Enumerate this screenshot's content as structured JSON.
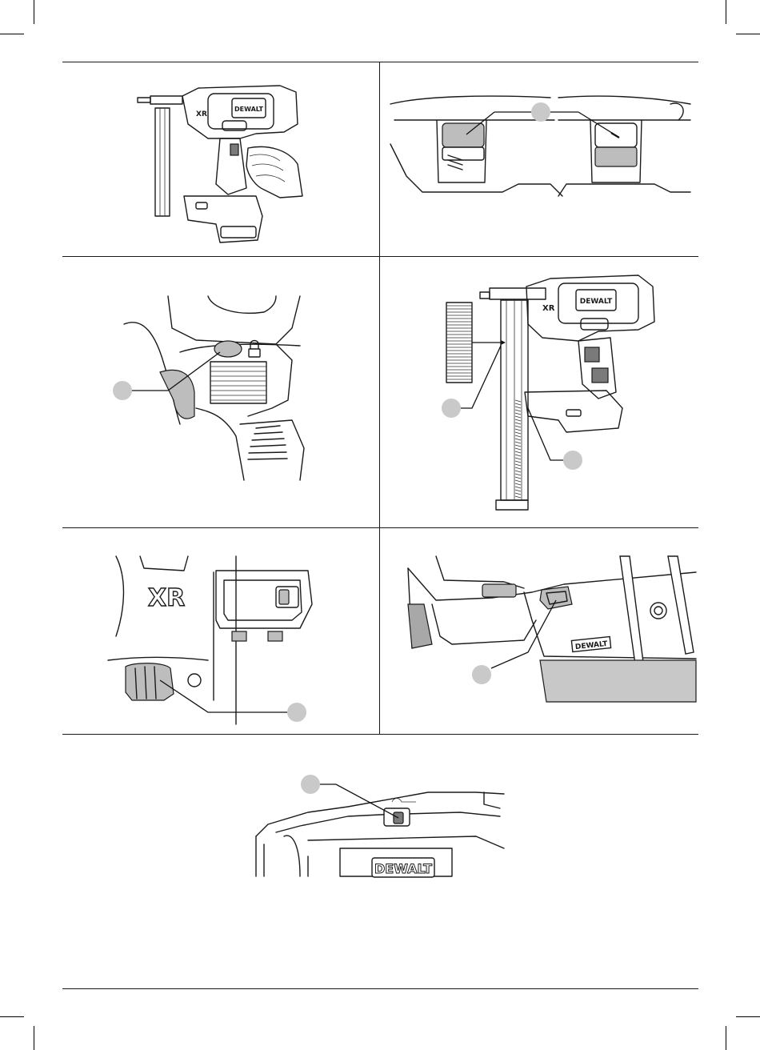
{
  "brand": {
    "logo_text": "DEWALT",
    "platform_text": "XR"
  },
  "colors": {
    "line": "#1a1a1a",
    "callout_fill": "#c9c9c9",
    "shade_fill": "#bdbdbd"
  },
  "figures": [
    {
      "id": "nailer-in-hand",
      "icons": [
        "nailer-icon",
        "hand-icon",
        "battery-icon"
      ]
    },
    {
      "id": "mode-selector",
      "icons": [
        "bump-mode-icon",
        "single-mode-icon"
      ]
    },
    {
      "id": "trigger-lock",
      "icons": [
        "padlock-icon",
        "trigger-lock-button-icon"
      ]
    },
    {
      "id": "magazine-loading",
      "icons": [
        "nail-strip-icon",
        "magazine-icon"
      ]
    },
    {
      "id": "depth-adjustment",
      "icons": [
        "depth-wheel-icon",
        "belt-hook-icon"
      ]
    },
    {
      "id": "jam-release",
      "icons": [
        "jam-release-latch-icon"
      ]
    },
    {
      "id": "led-switch",
      "icons": [
        "led-switch-icon"
      ]
    }
  ]
}
